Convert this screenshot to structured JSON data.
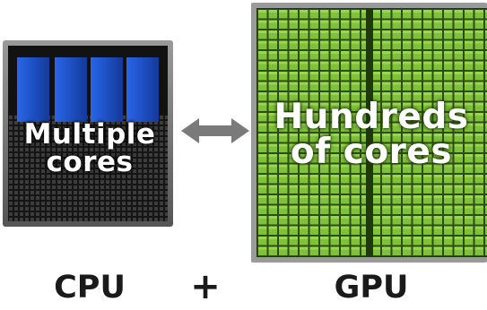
{
  "cpu": {
    "label_lines": [
      "Multiple",
      "cores"
    ],
    "caption": "CPU",
    "core_color": "#1f5ad8",
    "die_color": "#1b1b1b"
  },
  "gpu": {
    "label_lines": [
      "Hundreds",
      "of cores"
    ],
    "caption": "GPU",
    "core_color": "#7fc13a",
    "frame_color": "#1e3a0c"
  },
  "connector": {
    "icon": "double-arrow-icon",
    "color": "#7a7a7a"
  },
  "operator": "+"
}
